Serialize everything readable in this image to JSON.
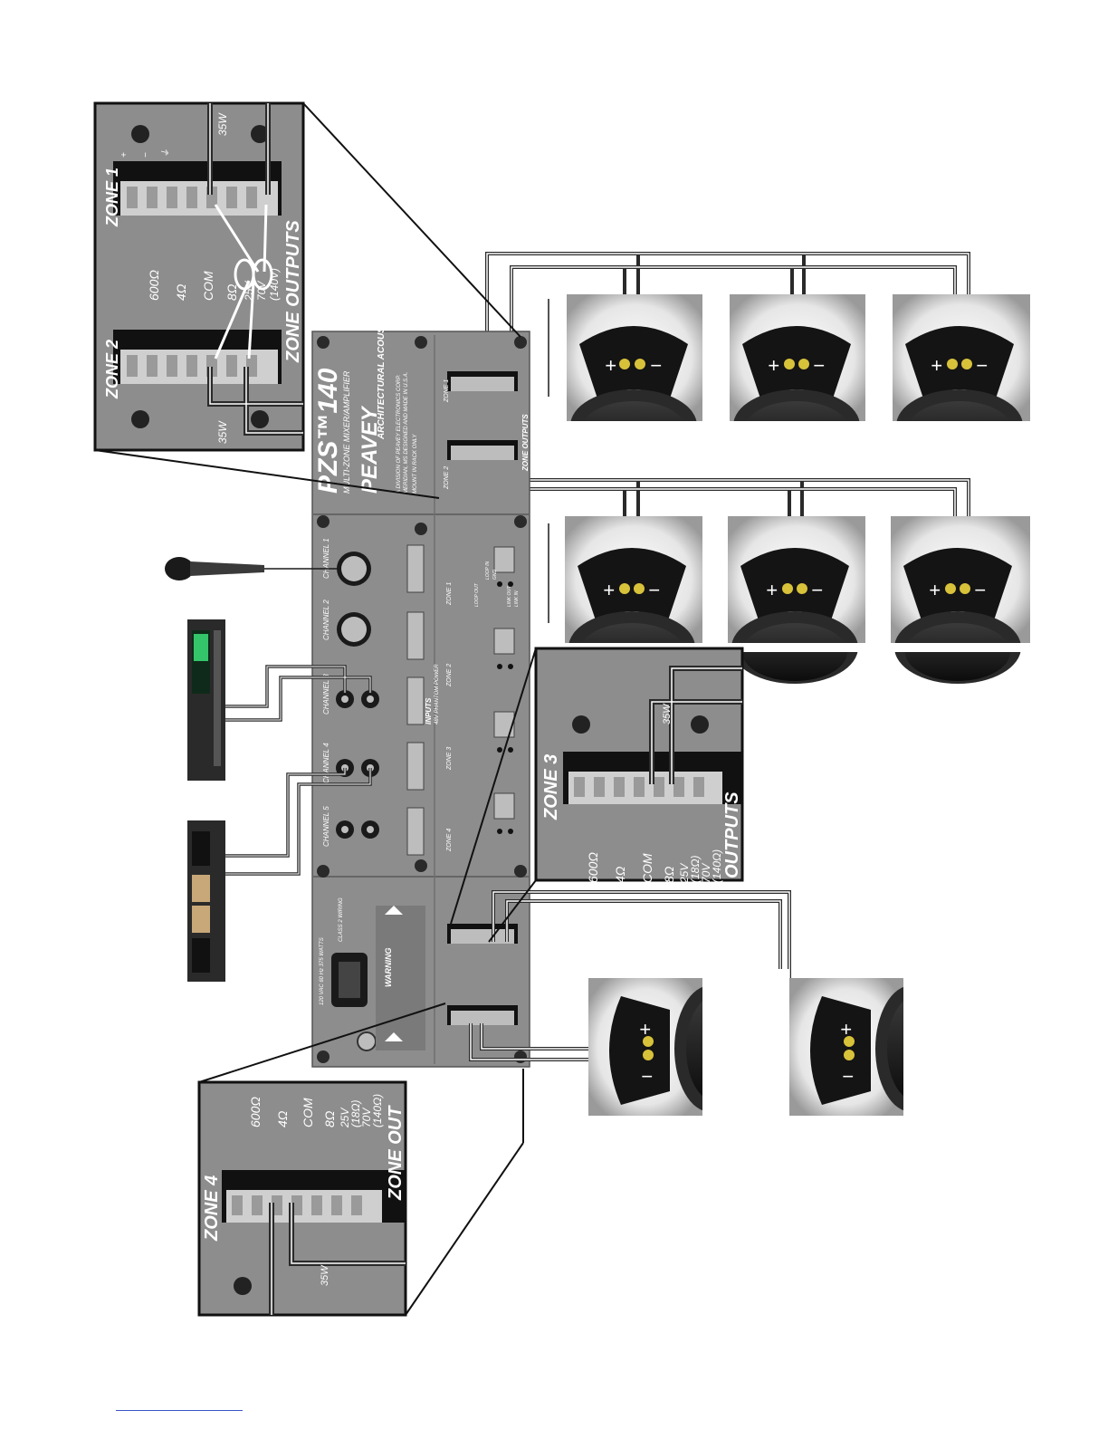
{
  "amp": {
    "model": "PZS™140",
    "subtitle": "MULTI-ZONE MIXER/AMPLIFIER",
    "brand": "PEAVEY",
    "division": "ARCHITECTURAL ACOUSTICS",
    "address1": "A DIVISION OF PEAVEY ELECTRONICS CORP.",
    "address2": "MERIDIAN, MS  DESIGNED AND MADE IN U.S.A.",
    "rack_note": "MOUNT IN RACK ONLY",
    "inputs_label": "INPUTS",
    "phantom_label": "48V PHANTOM POWER",
    "power_label": "120 VAC 60 Hz 375 WATTS",
    "class2_label": "CLASS 2 WIRING",
    "warning_label": "WARNING",
    "channels": [
      "CHANNEL 1",
      "CHANNEL 2",
      "CHANNEL 3",
      "CHANNEL 4",
      "CHANNEL 5"
    ],
    "zones": [
      "ZONE 1",
      "ZONE 2",
      "ZONE 3",
      "ZONE 4"
    ],
    "loop_labels": [
      "LOOP IN",
      "GND",
      "LOOP OUT",
      "LINK OUT",
      "LINK IN"
    ],
    "zone_outputs_label": "ZONE OUTPUTS"
  },
  "callouts": {
    "top": {
      "zone_a": "ZONE 1",
      "zone_b": "ZONE 2",
      "watt_a": "35W",
      "watt_b": "35W",
      "title": "ZONE OUTPUTS",
      "terminals": [
        "600Ω",
        "4Ω",
        "COM",
        "8Ω",
        "25V",
        "70V",
        "(140V)"
      ]
    },
    "zone3": {
      "zone": "ZONE 3",
      "watt": "35W",
      "title": "OUTPUTS",
      "terminals": [
        "600Ω",
        "4Ω",
        "COM",
        "8Ω",
        "25V",
        "(18Ω)",
        "70V",
        "(140Ω)"
      ]
    },
    "zone4": {
      "zone": "ZONE 4",
      "watt": "35W",
      "title": "ZONE OUT",
      "terminals": [
        "600Ω",
        "4Ω",
        "COM",
        "8Ω",
        "25V",
        "(18Ω)",
        "70V",
        "(140Ω)"
      ]
    }
  },
  "speakers": {
    "plus": "+",
    "minus": "−"
  },
  "colors": {
    "panel": "#8d8d8d",
    "panel_dark": "#6f6f6f",
    "wire": "#2a2a2a",
    "terminal": "#d8c23a"
  }
}
